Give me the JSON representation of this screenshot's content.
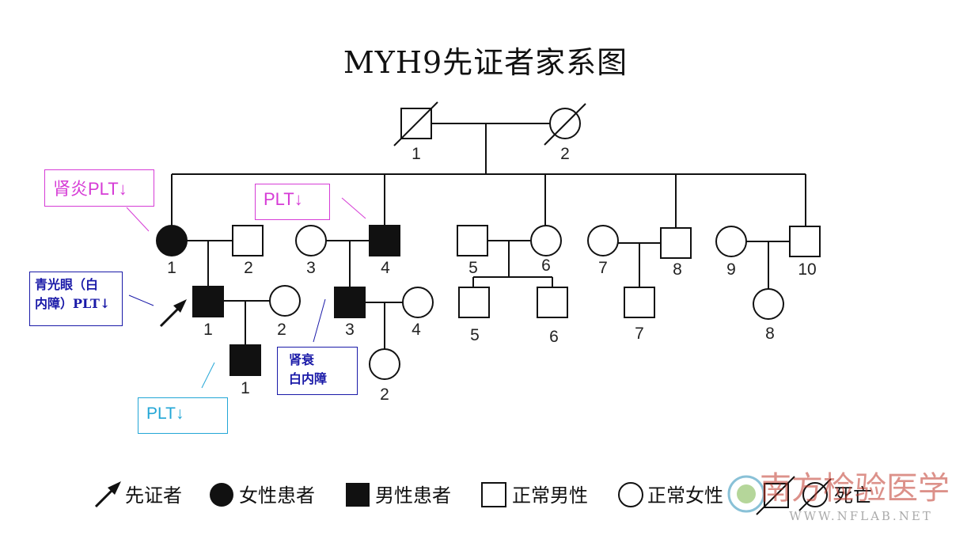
{
  "title": "MYH9先证者家系图",
  "generations": {
    "g1": [
      "1",
      "2"
    ],
    "g2": [
      "1",
      "2",
      "3",
      "4",
      "5",
      "6",
      "7",
      "8",
      "9",
      "10"
    ],
    "g3": [
      "1",
      "2",
      "3",
      "4",
      "5",
      "6",
      "7",
      "8"
    ],
    "g4": [
      "1",
      "2"
    ]
  },
  "notes": {
    "aunt": "肾炎PLT↓",
    "uncle": "PLT↓",
    "proband_line1": "青光眼（白",
    "proband_line2": "内障）PLT↓",
    "cousin_line1": "肾衰",
    "cousin_line2": "白内障",
    "child": "PLT↓"
  },
  "legend": {
    "proband": "先证者",
    "affected_female": "女性患者",
    "affected_male": "男性患者",
    "normal_male": "正常男性",
    "normal_female": "正常女性",
    "deceased": "死亡"
  },
  "watermark": {
    "text": "WWW.NFLAB.NET",
    "chars": "南方检验医学"
  },
  "colors": {
    "magenta": "#d63cd6",
    "navy": "#1a1aa8",
    "cyan": "#22a6d6",
    "ink": "#111111"
  }
}
